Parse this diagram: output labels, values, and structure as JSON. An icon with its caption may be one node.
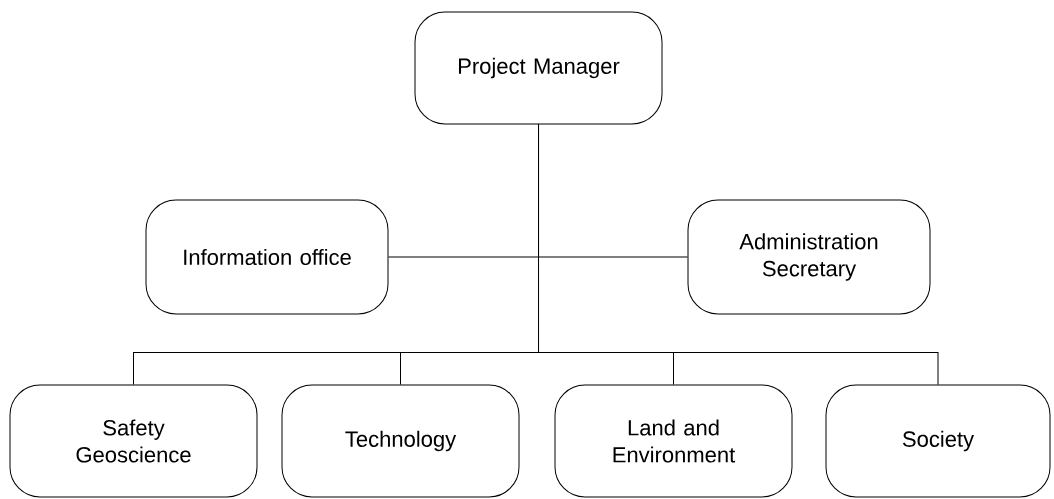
{
  "diagram": {
    "nodes": [
      {
        "text": [
          "Project Manager"
        ]
      },
      {
        "text": [
          "Information office"
        ]
      },
      {
        "text": [
          "Administration Secretary"
        ]
      },
      {
        "text": [
          "Safety Geoscience"
        ]
      },
      {
        "text": [
          "Technology"
        ]
      },
      {
        "text": [
          "Land and Environment"
        ]
      },
      {
        "text": [
          "Society"
        ]
      }
    ],
    "edges": [
      {
        "from": 0,
        "to": 1,
        "arrow": "none"
      },
      {
        "from": 0,
        "to": 2,
        "arrow": "none"
      },
      {
        "from": 0,
        "to": 3,
        "arrow": "none"
      },
      {
        "from": 0,
        "to": 4,
        "arrow": "none"
      },
      {
        "from": 0,
        "to": 5,
        "arrow": "none"
      },
      {
        "from": 0,
        "to": 6,
        "arrow": "none"
      }
    ]
  }
}
